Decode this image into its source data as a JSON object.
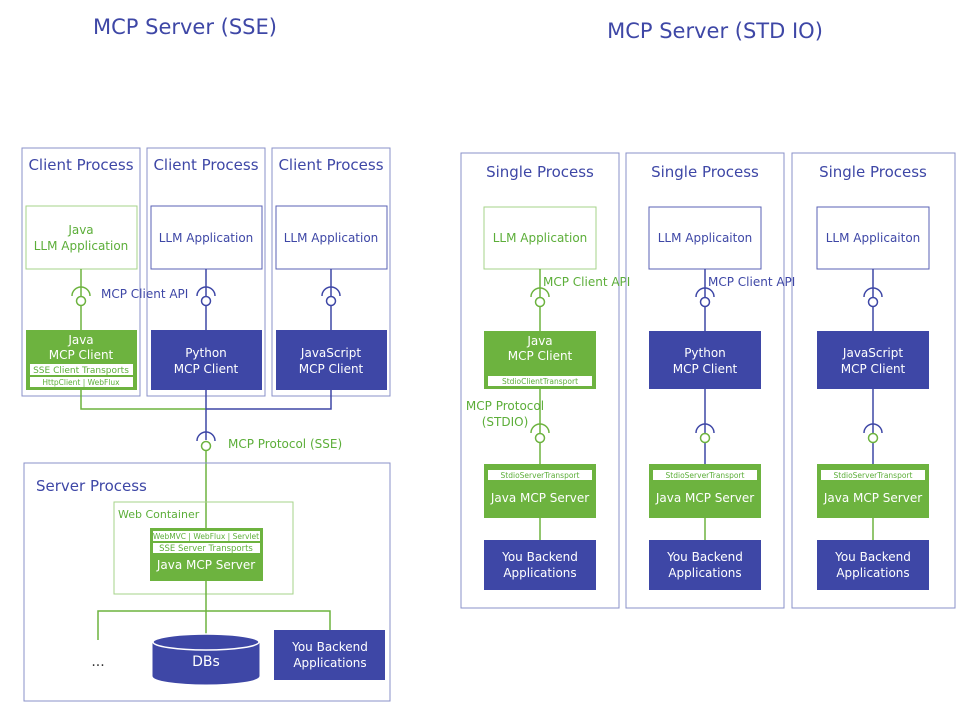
{
  "colors": {
    "blue": "#3e47a6",
    "green": "#6db33f",
    "blue_fill": "#3e47a6",
    "outline": "#8a90c8"
  },
  "sse": {
    "title": "MCP Server (SSE)",
    "client_processes": [
      {
        "label": "Client Process",
        "app_lines": [
          "Java",
          "LLM Application"
        ],
        "client_lines": [
          "Java",
          "MCP Client"
        ],
        "transport": "SSE Client Transports",
        "transport_sub": "HttpClient  |  WebFlux"
      },
      {
        "label": "Client Process",
        "app_lines": [
          "LLM Application"
        ],
        "client_lines": [
          "Python",
          "MCP Client"
        ]
      },
      {
        "label": "Client Process",
        "app_lines": [
          "LLM Application"
        ],
        "client_lines": [
          "JavaScript",
          "MCP Client"
        ]
      }
    ],
    "client_api_label": "MCP Client API",
    "protocol_label": "MCP Protocol (SSE)",
    "server_process_label": "Server Process",
    "web_container_label": "Web Container",
    "server_options": "WebMVC  |  WebFlux  |  Servlet",
    "server_transport": "SSE Server Transports",
    "server_name": "Java MCP Server",
    "db_label": "DBs",
    "backend_lines": [
      "You Backend",
      "Applications"
    ],
    "ellipsis": "..."
  },
  "stdio": {
    "title": "MCP Server (STD IO)",
    "processes": [
      {
        "label": "Single Process",
        "app": "LLM Application",
        "client_lines": [
          "Java",
          "MCP Client"
        ],
        "client_transport": "StdioClientTransport",
        "server_transport": "StdioServerTransport",
        "server_name": "Java MCP Server",
        "backend_lines": [
          "You Backend",
          "Applications"
        ]
      },
      {
        "label": "Single Process",
        "app": "LLM Applicaiton",
        "client_lines": [
          "Python",
          "MCP Client"
        ],
        "server_transport": "StdioServerTransport",
        "server_name": "Java MCP Server",
        "backend_lines": [
          "You Backend",
          "Applications"
        ]
      },
      {
        "label": "Single Process",
        "app": "LLM Applicaiton",
        "client_lines": [
          "JavaScript",
          "MCP Client"
        ],
        "server_transport": "StdioServerTransport",
        "server_name": "Java MCP Server",
        "backend_lines": [
          "You Backend",
          "Applications"
        ]
      }
    ],
    "client_api_label": "MCP Client API",
    "protocol_label_lines": [
      "MCP Protocol",
      "(STDIO)"
    ]
  }
}
